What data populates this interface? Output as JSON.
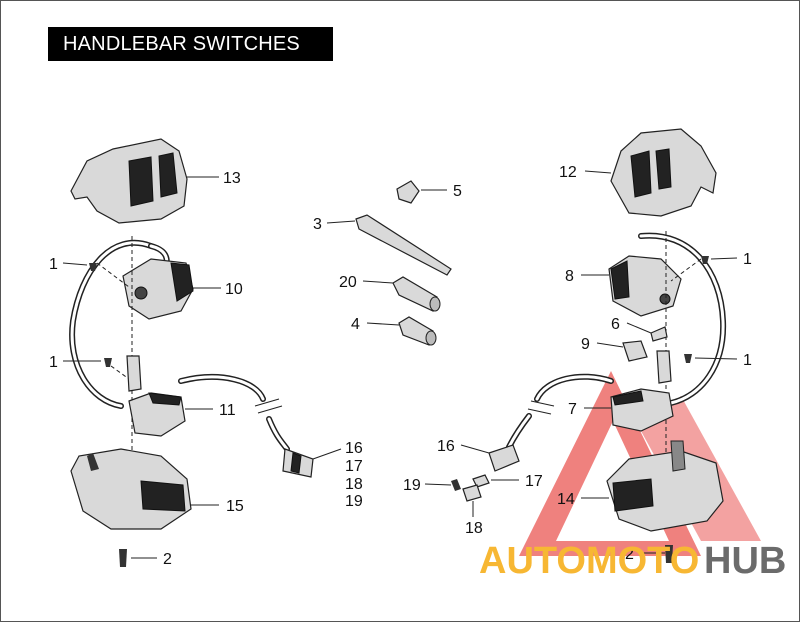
{
  "title": "HANDLEBAR SWITCHES",
  "watermark": {
    "brand_part1": "AUTOMOTO",
    "brand_part2": "HUB",
    "color_part1": "#f7b733",
    "color_part2": "#6b6b6b",
    "triangle_color": "#e53935"
  },
  "callouts": {
    "c13": "13",
    "c1_left_top": "1",
    "c10": "10",
    "c1_left_mid": "1",
    "c11": "11",
    "c15": "15",
    "c2_left": "2",
    "c5": "5",
    "c3": "3",
    "c20": "20",
    "c4": "4",
    "c16_left": "16",
    "c17_left": "17",
    "c18_left": "18",
    "c19_left": "19",
    "c12": "12",
    "c1_right_top": "1",
    "c8": "8",
    "c6": "6",
    "c9": "9",
    "c1_right_mid": "1",
    "c7": "7",
    "c16_right": "16",
    "c17_right": "17",
    "c19_right": "19",
    "c14": "14",
    "c18_right": "18",
    "c2_right": "2"
  }
}
